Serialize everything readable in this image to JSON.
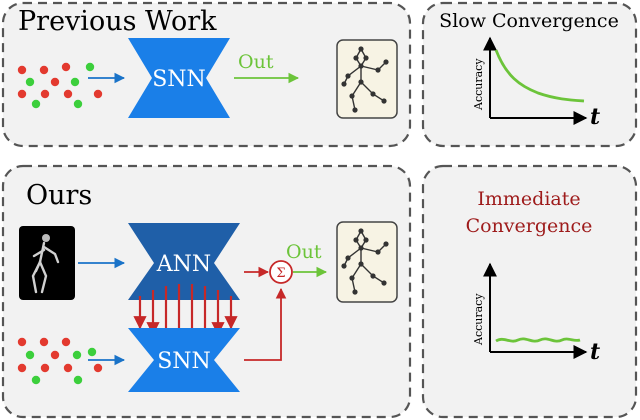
{
  "top": {
    "title": "Previous Work",
    "network_label": "SNN",
    "output_label": "Out",
    "convergence_title": "Slow Convergence",
    "axis_y": "Accuracy",
    "axis_x": "t"
  },
  "bottom": {
    "title": "Ours",
    "ann_label": "ANN",
    "snn_label": "SNN",
    "sum_symbol": "Σ",
    "output_label": "Out",
    "convergence_title_line1": "Immediate",
    "convergence_title_line2": "Convergence",
    "axis_y": "Accuracy",
    "axis_x": "t"
  },
  "colors": {
    "snn_blue": "#1a7fe8",
    "ann_blue": "#1f5fa8",
    "arrow_blue": "#1a73c8",
    "output_green": "#6cc43a",
    "fusion_red": "#c62828",
    "title_red": "#9e1b1b",
    "event_red": "#e33a2f",
    "event_green": "#3ccf3c"
  },
  "icons": {
    "event_stream": "event-points-icon",
    "pose_skeleton": "skeleton-icon",
    "camera_frame": "person-frame-icon"
  }
}
